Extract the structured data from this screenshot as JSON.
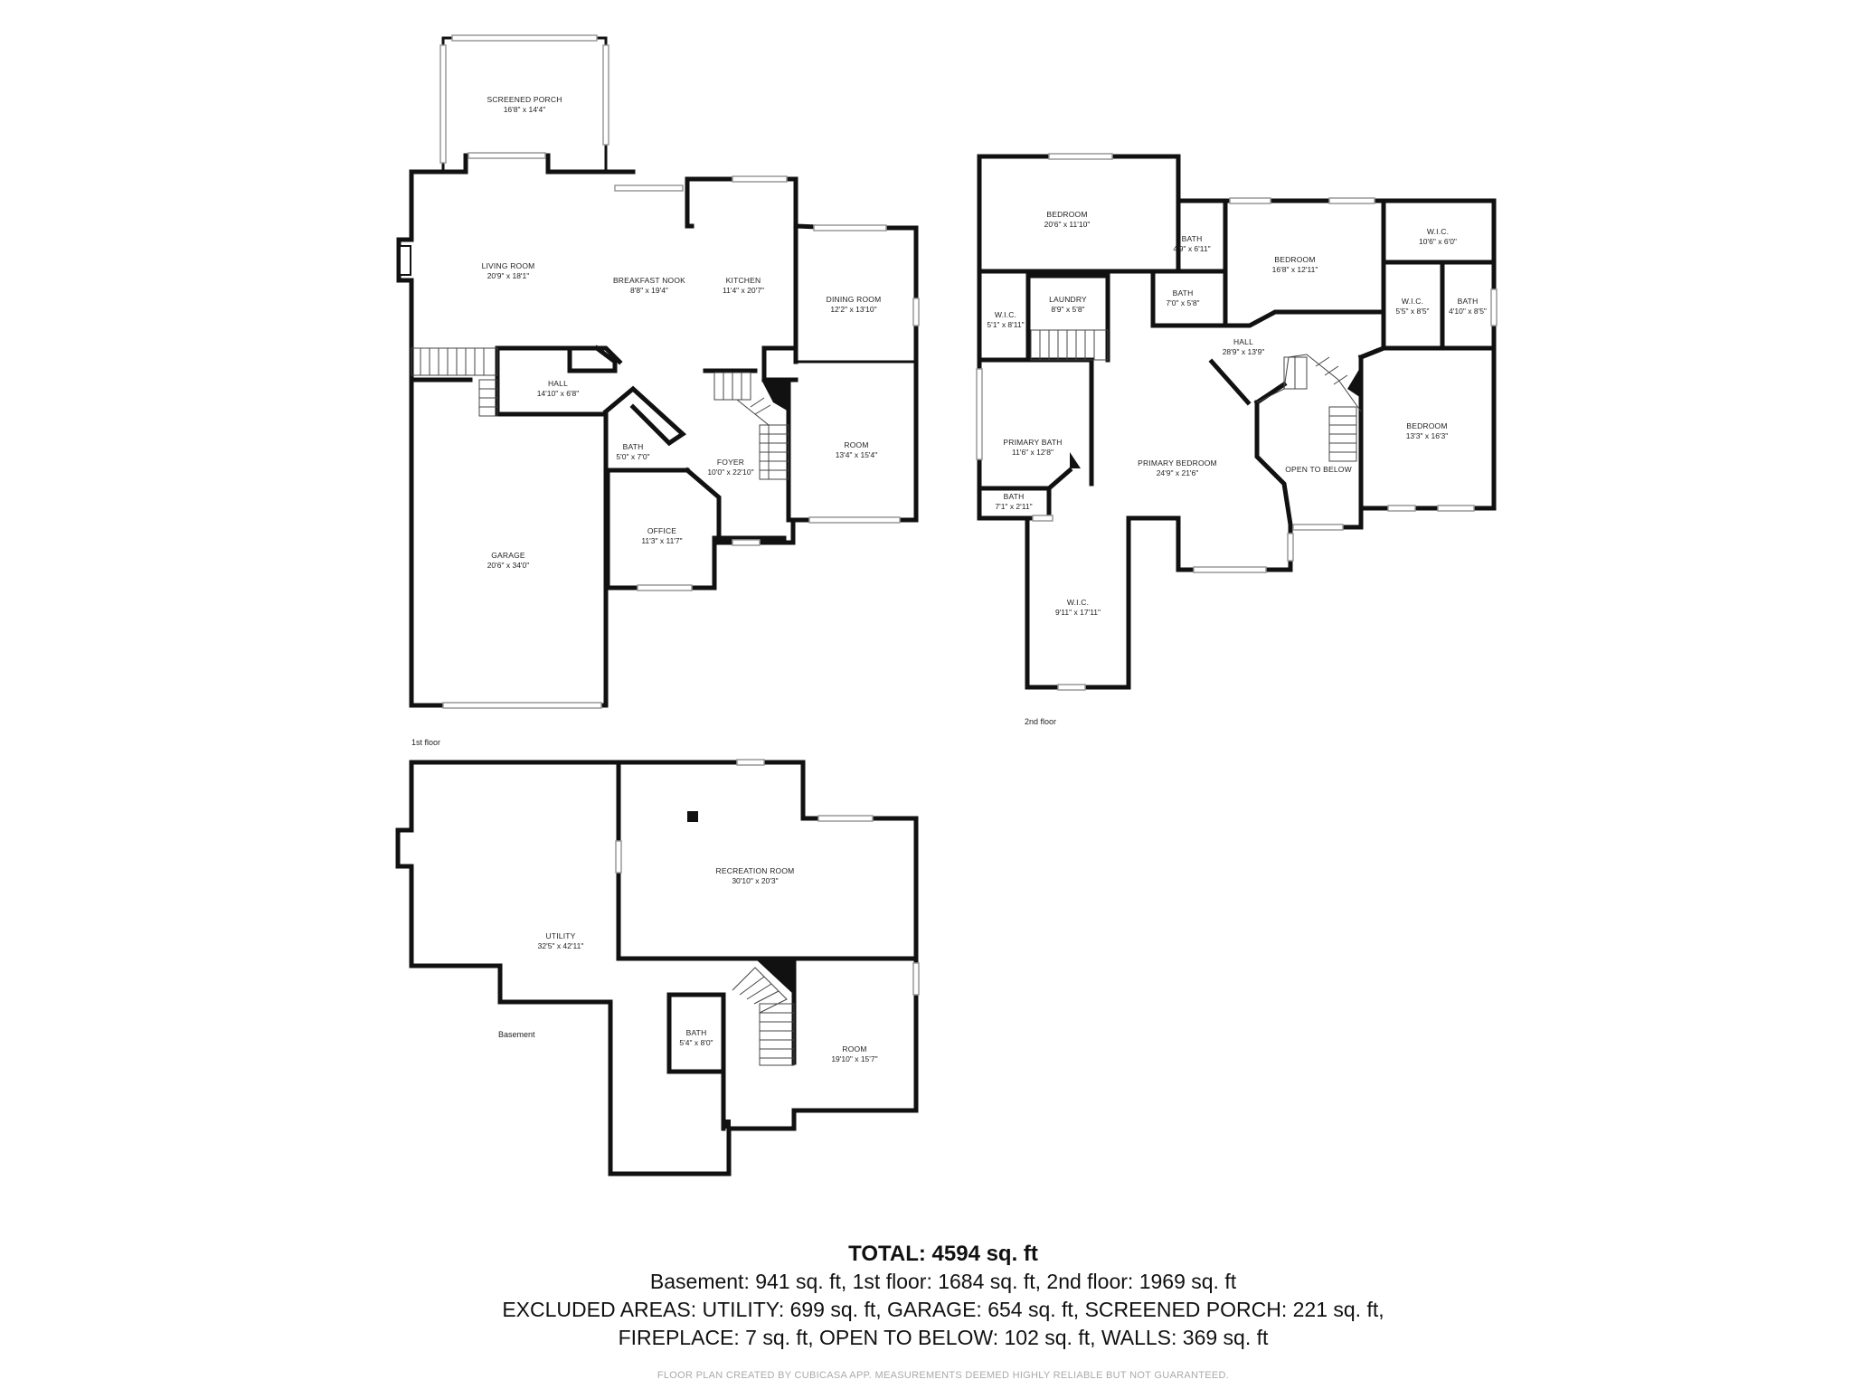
{
  "floors": {
    "first": {
      "label": "1st floor",
      "rooms": {
        "screened_porch": {
          "name": "SCREENED PORCH",
          "dims": "16'8\" x 14'4\""
        },
        "living_room": {
          "name": "LIVING ROOM",
          "dims": "20'9\" x 18'1\""
        },
        "breakfast_nook": {
          "name": "BREAKFAST NOOK",
          "dims": "8'8\" x 19'4\""
        },
        "kitchen": {
          "name": "KITCHEN",
          "dims": "11'4\" x 20'7\""
        },
        "dining_room": {
          "name": "DINING ROOM",
          "dims": "12'2\" x 13'10\""
        },
        "hall": {
          "name": "HALL",
          "dims": "14'10\" x 6'8\""
        },
        "bath": {
          "name": "BATH",
          "dims": "5'0\" x 7'0\""
        },
        "foyer": {
          "name": "FOYER",
          "dims": "10'0\" x 22'10\""
        },
        "room": {
          "name": "ROOM",
          "dims": "13'4\" x 15'4\""
        },
        "office": {
          "name": "OFFICE",
          "dims": "11'3\" x 11'7\""
        },
        "garage": {
          "name": "GARAGE",
          "dims": "20'6\" x 34'0\""
        }
      }
    },
    "second": {
      "label": "2nd floor",
      "rooms": {
        "bedroom_a": {
          "name": "BEDROOM",
          "dims": "20'6\" x 11'10\""
        },
        "bath_a": {
          "name": "BATH",
          "dims": "4'9\" x 6'11\""
        },
        "bedroom_b": {
          "name": "BEDROOM",
          "dims": "16'8\" x 12'11\""
        },
        "wic_a": {
          "name": "W.I.C.",
          "dims": "10'6\" x 6'0\""
        },
        "wic_b": {
          "name": "W.I.C.",
          "dims": "5'1\" x 8'11\""
        },
        "laundry": {
          "name": "LAUNDRY",
          "dims": "8'9\" x 5'8\""
        },
        "bath_b": {
          "name": "BATH",
          "dims": "7'0\" x 5'8\""
        },
        "wic_c": {
          "name": "W.I.C.",
          "dims": "5'5\" x 8'5\""
        },
        "bath_c": {
          "name": "BATH",
          "dims": "4'10\" x 8'5\""
        },
        "hall": {
          "name": "HALL",
          "dims": "28'9\" x 13'9\""
        },
        "primary_bath": {
          "name": "PRIMARY BATH",
          "dims": "11'6\" x 12'8\""
        },
        "primary_bedroom": {
          "name": "PRIMARY BEDROOM",
          "dims": "24'9\" x 21'6\""
        },
        "open_to_below": {
          "name": "OPEN TO BELOW"
        },
        "bedroom_c": {
          "name": "BEDROOM",
          "dims": "13'3\" x 16'3\""
        },
        "bath_d": {
          "name": "BATH",
          "dims": "7'1\" x 2'11\""
        },
        "wic_d": {
          "name": "W.I.C.",
          "dims": "9'11\" x 17'11\""
        }
      }
    },
    "basement": {
      "label": "Basement",
      "rooms": {
        "recreation_room": {
          "name": "RECREATION ROOM",
          "dims": "30'10\" x 20'3\""
        },
        "utility": {
          "name": "UTILITY",
          "dims": "32'5\" x 42'11\""
        },
        "bath": {
          "name": "BATH",
          "dims": "5'4\" x 8'0\""
        },
        "room": {
          "name": "ROOM",
          "dims": "19'10\" x 15'7\""
        }
      }
    }
  },
  "summary": {
    "total": "TOTAL: 4594 sq. ft",
    "line1": "Basement: 941 sq. ft, 1st floor: 1684 sq. ft, 2nd floor: 1969 sq. ft",
    "line2": "EXCLUDED AREAS: UTILITY: 699 sq. ft, GARAGE: 654 sq. ft, SCREENED PORCH: 221 sq. ft,",
    "line3": "FIREPLACE: 7 sq. ft, OPEN TO BELOW: 102 sq. ft, WALLS: 369 sq. ft"
  },
  "disclaimer": "FLOOR PLAN CREATED BY CUBICASA APP. MEASUREMENTS DEEMED HIGHLY RELIABLE BUT NOT GUARANTEED."
}
